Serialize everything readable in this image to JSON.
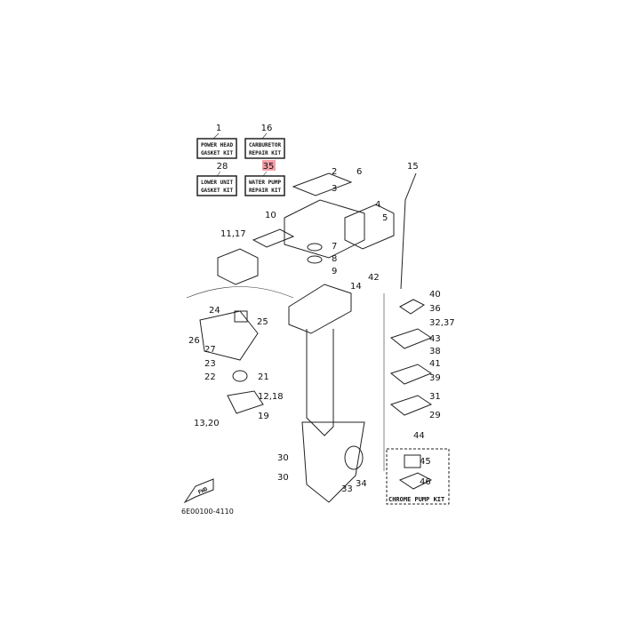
{
  "kits": [
    {
      "number": "1",
      "line1": "POWER HEAD",
      "line2": "GASKET KIT"
    },
    {
      "number": "16",
      "line1": "CARBURETOR",
      "line2": "REPAIR KIT"
    },
    {
      "number": "28",
      "line1": "LOWER UNIT",
      "line2": "GASKET KIT"
    },
    {
      "number": "35",
      "line1": "WATER PUMP",
      "line2": "REPAIR KIT",
      "highlighted": true
    }
  ],
  "highlight_color": "#f4a0a8",
  "callouts": [
    "2",
    "3",
    "6",
    "15",
    "10",
    "4",
    "5",
    "11,17",
    "7",
    "8",
    "9",
    "42",
    "14",
    "40",
    "36",
    "32,37",
    "43",
    "24",
    "25",
    "26",
    "27",
    "23",
    "38",
    "41",
    "39",
    "22",
    "21",
    "12,18",
    "31",
    "29",
    "13,20",
    "19",
    "44",
    "45",
    "30",
    "30",
    "34",
    "33",
    "46"
  ],
  "chrome_pump_kit": "CHROME PUMP KIT",
  "fwd_label": "FWD",
  "diagram_code": "6E00100-4110"
}
